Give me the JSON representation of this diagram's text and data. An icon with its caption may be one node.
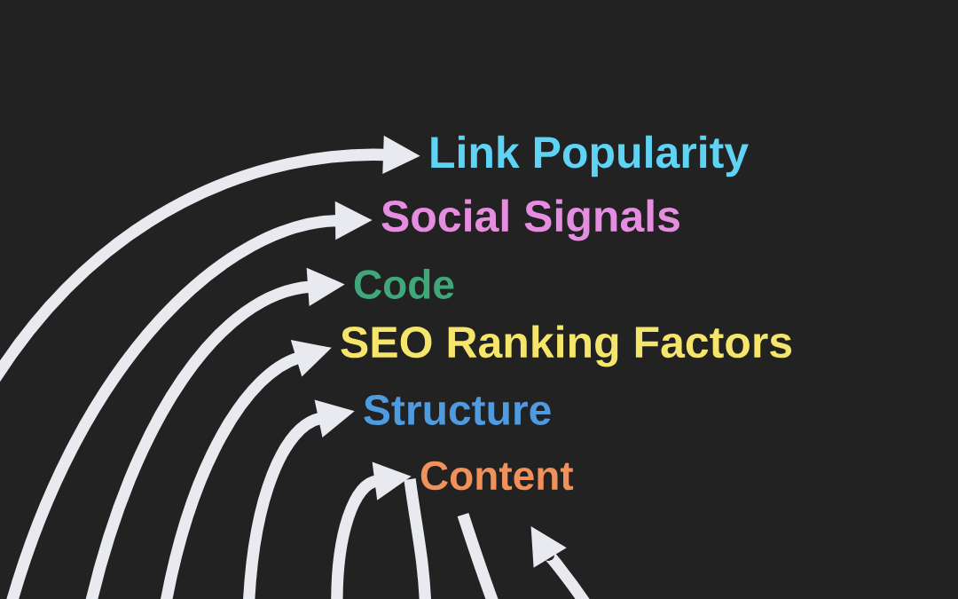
{
  "diagram": {
    "nodes": [
      {
        "text": [
          "Link Popularity"
        ]
      },
      {
        "text": [
          "Social Signals"
        ]
      },
      {
        "text": [
          "Code"
        ]
      },
      {
        "text": [
          "SEO Ranking Factors"
        ]
      },
      {
        "text": [
          "Structure"
        ]
      },
      {
        "text": [
          "Content"
        ]
      }
    ],
    "edges": [
      {
        "from": null,
        "to": 0,
        "arrow": "to"
      },
      {
        "from": null,
        "to": 1,
        "arrow": "to"
      },
      {
        "from": null,
        "to": 2,
        "arrow": "to"
      },
      {
        "from": null,
        "to": 3,
        "arrow": "to"
      },
      {
        "from": null,
        "to": 4,
        "arrow": "to"
      },
      {
        "from": null,
        "to": 5,
        "arrow": "to"
      }
    ]
  }
}
